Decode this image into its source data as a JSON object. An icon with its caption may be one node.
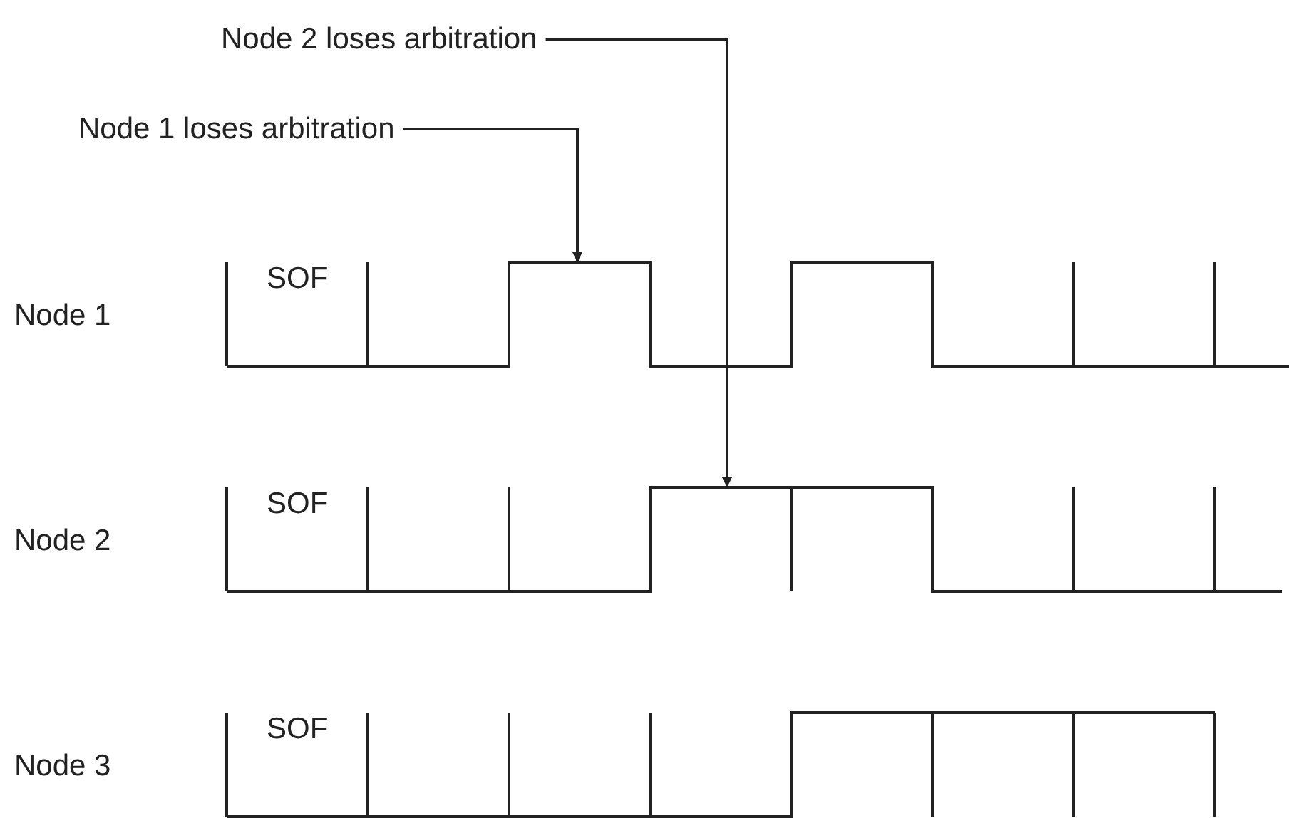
{
  "diagram": {
    "nodes": [
      {
        "text": [
          "Node 2 loses arbitration"
        ]
      },
      {
        "text": [
          "Node 1 loses arbitration"
        ]
      },
      {
        "text": [
          "SOF"
        ],
        "beside": [
          "Node 1"
        ]
      },
      {
        "text": [
          "SOF"
        ],
        "beside": [
          "Node 2"
        ]
      },
      {
        "text": [
          "SOF"
        ],
        "beside": [
          "Node 3"
        ]
      }
    ],
    "edges": [
      {
        "from": 1,
        "to": 2,
        "arrow": "to"
      },
      {
        "from": 0,
        "to": 3,
        "arrow": "to"
      }
    ]
  }
}
